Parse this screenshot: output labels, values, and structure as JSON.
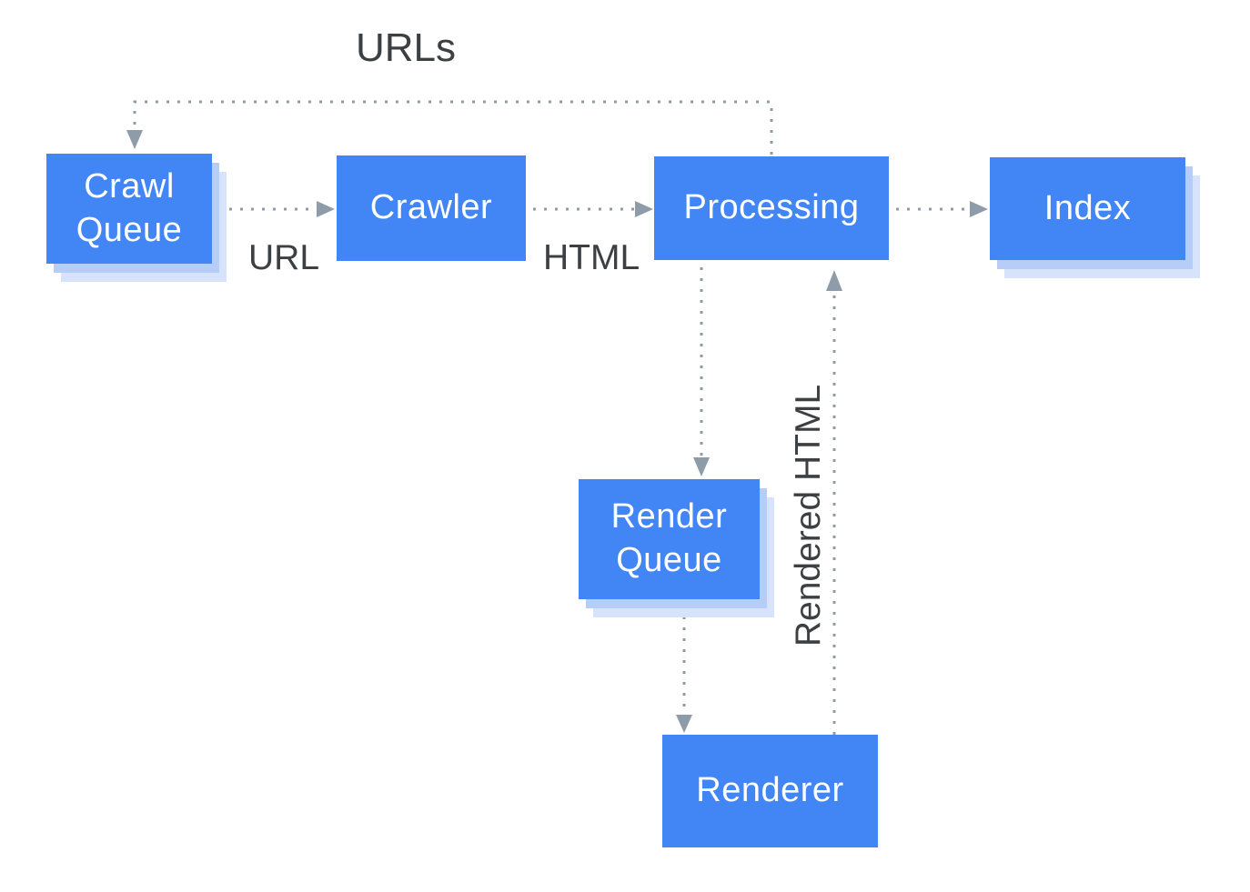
{
  "diagram": {
    "kind": "flowchart",
    "nodes": {
      "crawl_queue": {
        "label": "Crawl Queue"
      },
      "crawler": {
        "label": "Crawler"
      },
      "processing": {
        "label": "Processing"
      },
      "index": {
        "label": "Index"
      },
      "render_queue": {
        "label": "Render Queue"
      },
      "renderer": {
        "label": "Renderer"
      }
    },
    "edge_labels": {
      "urls": "URLs",
      "url": "URL",
      "html": "HTML",
      "rendered_html": "Rendered HTML"
    },
    "edges": [
      {
        "from": "processing",
        "to": "crawl_queue",
        "label": "URLs",
        "style": "dotted"
      },
      {
        "from": "crawl_queue",
        "to": "crawler",
        "label": "URL",
        "style": "dotted"
      },
      {
        "from": "crawler",
        "to": "processing",
        "label": "HTML",
        "style": "dotted"
      },
      {
        "from": "processing",
        "to": "index",
        "label": "",
        "style": "dotted"
      },
      {
        "from": "processing",
        "to": "render_queue",
        "label": "",
        "style": "dotted"
      },
      {
        "from": "render_queue",
        "to": "renderer",
        "label": "",
        "style": "dotted"
      },
      {
        "from": "renderer",
        "to": "processing",
        "label": "Rendered HTML",
        "style": "dotted"
      }
    ]
  },
  "colors": {
    "node_fill": "#4285f4",
    "node_text": "#ffffff",
    "shadow_inner": "#b6cdf8",
    "shadow_outer": "#d7e3fb",
    "arrow": "#8d9ca8",
    "label_text": "#3c4043",
    "background": "#ffffff"
  }
}
